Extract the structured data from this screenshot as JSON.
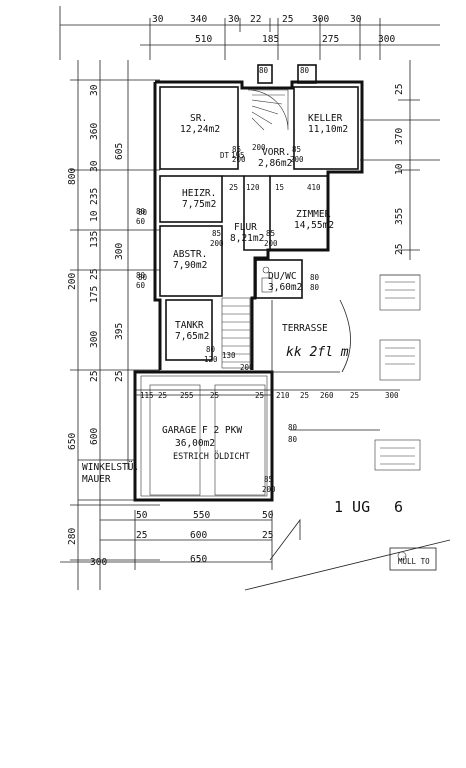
{
  "dimensions": {
    "top_row1": [
      "30",
      "340",
      "30",
      "22",
      "25",
      "300",
      "30"
    ],
    "top_row2": [
      "510",
      "185",
      "275",
      "300"
    ],
    "left_outer": [
      "800",
      "200",
      "650",
      "280",
      "300"
    ],
    "left_mid": [
      "30",
      "360",
      "605",
      "30",
      "235",
      "10",
      "135",
      "300",
      "25",
      "175",
      "300",
      "395",
      "25",
      "600"
    ],
    "left_inner": [
      "25",
      "80",
      "60",
      "80",
      "60"
    ],
    "bottom_row1": [
      "50",
      "550",
      "50"
    ],
    "bottom_row2": [
      "25",
      "600",
      "25"
    ],
    "bottom_row3": [
      "300",
      "650"
    ],
    "right_col": [
      "25",
      "370",
      "10",
      "355",
      "25"
    ],
    "garage_top": [
      "115",
      "25",
      "255",
      "25",
      "25",
      "210",
      "25",
      "260",
      "25",
      "300"
    ],
    "misc": [
      "80",
      "80",
      "80",
      "80",
      "120",
      "15",
      "410",
      "25",
      "85",
      "200",
      "85",
      "200",
      "85",
      "200",
      "85",
      "200",
      "80",
      "80",
      "80",
      "120",
      "130",
      "200",
      "80",
      "80",
      "85",
      "200",
      "DT",
      "195",
      "200"
    ]
  },
  "rooms": {
    "sr": {
      "name": "SR.",
      "area": "12,24m2"
    },
    "keller": {
      "name": "KELLER",
      "area": "11,10m2"
    },
    "vorr": {
      "name": "VORR.",
      "area": "2,86m2"
    },
    "heizr": {
      "name": "HEIZR.",
      "area": "7,75m2"
    },
    "zimmer": {
      "name": "ZIMMER",
      "area": "14,55m2"
    },
    "flur": {
      "name": "FLUR",
      "area": "8,21m2"
    },
    "abstr": {
      "name": "ABSTR.",
      "area": "7,90m2"
    },
    "duwc": {
      "name": "DU/WC",
      "area": "3,60m2"
    },
    "tankr": {
      "name": "TANKR",
      "area": "7,65m2"
    },
    "terrasse": {
      "name": "TERRASSE"
    },
    "garage": {
      "name": "GARAGE F 2 PKW",
      "area": "36,00m2",
      "note": "ESTRICH ÖLDICHT"
    }
  },
  "labels": {
    "winkel1": "WINKELSTÜ.",
    "winkel2": "MAUER",
    "muell": "MÜLL TO",
    "ug": "1 UG",
    "ug_suffix": "6",
    "scribble": "kk 2fl m"
  }
}
